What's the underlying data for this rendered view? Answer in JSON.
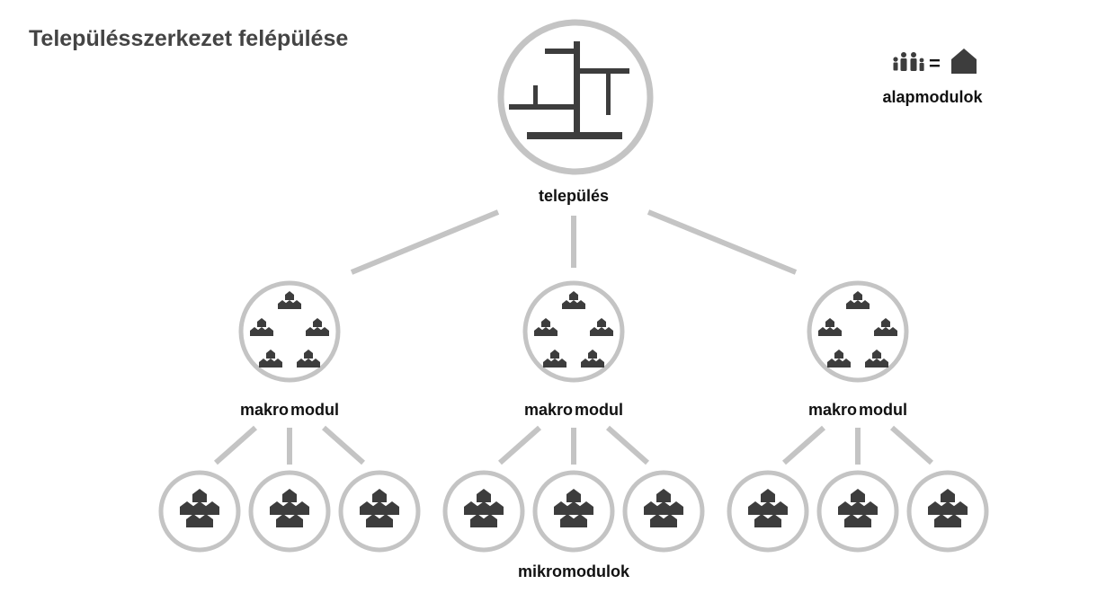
{
  "title": "Településszerkezet felépülése",
  "legend": {
    "equals_sign": "=",
    "label": "alapmodulok",
    "people_icon": "family-icon",
    "house_icon": "house-icon"
  },
  "nodes": {
    "root_label": "település",
    "root_icon": "street-network-icon",
    "macro_label_part1": "makro",
    "macro_label_part2": "modul",
    "micro_caption": "mikromodulok",
    "macro_count": 3,
    "micro_per_macro": 3
  },
  "colors": {
    "circle_stroke": "#c4c4c4",
    "connector": "#c4c4c4",
    "icon_fill": "#3d3d3d",
    "title_text": "#444444",
    "label_text": "#111111"
  }
}
